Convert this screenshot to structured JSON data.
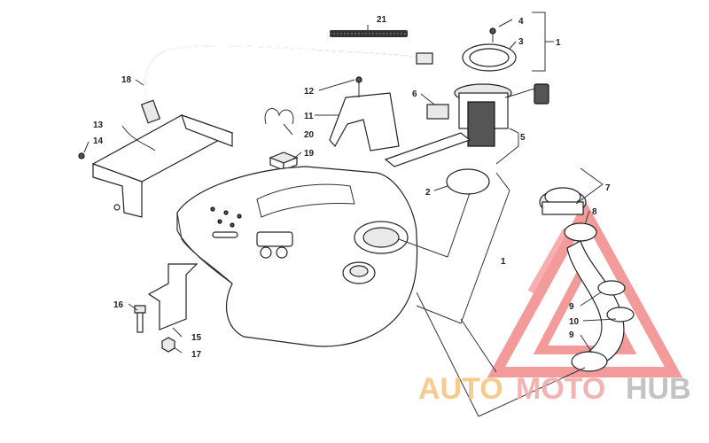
{
  "callouts": [
    {
      "id": "c21",
      "label": "21"
    },
    {
      "id": "c4",
      "label": "4"
    },
    {
      "id": "c3",
      "label": "3"
    },
    {
      "id": "c1a",
      "label": "1"
    },
    {
      "id": "c18",
      "label": "18"
    },
    {
      "id": "c12",
      "label": "12"
    },
    {
      "id": "c6",
      "label": "6"
    },
    {
      "id": "c13",
      "label": "13"
    },
    {
      "id": "c11",
      "label": "11"
    },
    {
      "id": "c14",
      "label": "14"
    },
    {
      "id": "c20",
      "label": "20"
    },
    {
      "id": "c5",
      "label": "5"
    },
    {
      "id": "c19",
      "label": "19"
    },
    {
      "id": "c2",
      "label": "2"
    },
    {
      "id": "c7",
      "label": "7"
    },
    {
      "id": "c8",
      "label": "8"
    },
    {
      "id": "c1b",
      "label": "1"
    },
    {
      "id": "c16",
      "label": "16"
    },
    {
      "id": "c9a",
      "label": "9"
    },
    {
      "id": "c10",
      "label": "10"
    },
    {
      "id": "c15",
      "label": "15"
    },
    {
      "id": "c9b",
      "label": "9"
    },
    {
      "id": "c17",
      "label": "17"
    }
  ],
  "watermark": {
    "part1": "AUTO",
    "part2": "MOTO",
    "part3": "HUB",
    "color_auto": "#f5c27a",
    "color_moto": "#f2a6a6",
    "color_hub": "#b9b9b9",
    "triangle_color": "#f07a7a"
  }
}
